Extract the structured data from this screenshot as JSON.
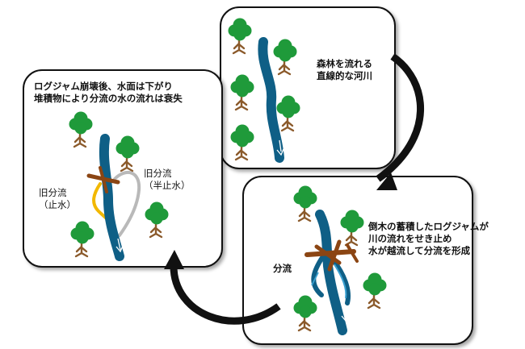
{
  "panels": {
    "forest": {
      "text_lines": [
        "森林を流れる",
        "直線的な河川"
      ]
    },
    "logjam": {
      "text_lines": [
        "倒木の蓄積したログジャムが",
        "川の流れをせき止め",
        "水が越流して分流を形成"
      ],
      "branch_label": "分流"
    },
    "collapse": {
      "text_lines": [
        "ログジャム崩壊後、水面は下がり",
        "堆積物により分流の水の流れは衰失"
      ],
      "old_branch_half_lines": [
        "旧分流",
        "（半止水）"
      ],
      "old_branch_still_lines": [
        "旧分流",
        "（止水）"
      ]
    }
  },
  "colors": {
    "river": "#0f5f86",
    "river_highlight": "#3aa0d0",
    "tree_canopy": "#1f9a3a",
    "tree_trunk": "#8b5a2b",
    "log": "#8b4513",
    "old_branch_gray": "#b9b9b9",
    "old_branch_yellow": "#f2b800",
    "arrow": "#111111"
  }
}
